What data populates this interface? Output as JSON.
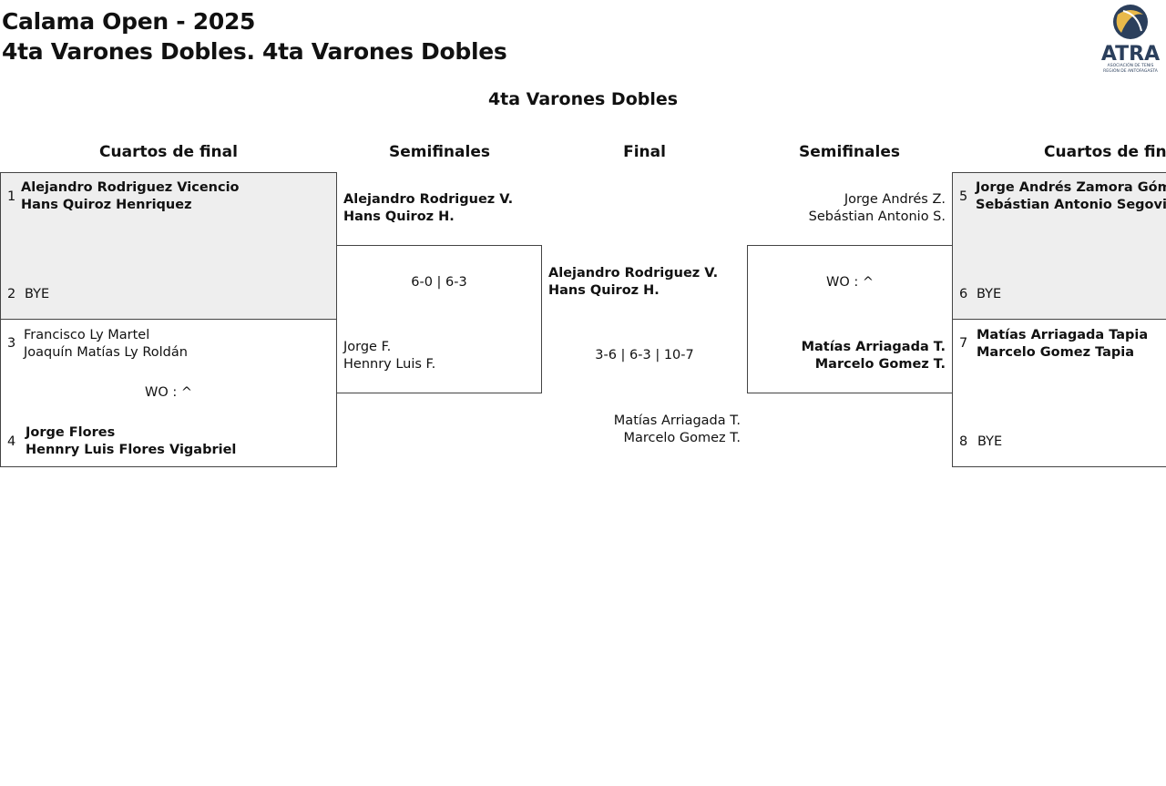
{
  "header": {
    "tournament": "Calama Open - 2025",
    "draw_full": "4ta Varones Dobles. 4ta Varones Dobles",
    "draw_title": "4ta Varones Dobles"
  },
  "logo": {
    "text": "ATRA",
    "subtitle1": "ASOCIACIÓN DE TENIS",
    "subtitle2": "REGIÓN DE ANTOFAGASTA"
  },
  "rounds": {
    "qf_left": "Cuartos de final",
    "sf_left": "Semifinales",
    "final": "Final",
    "sf_right": "Semifinales",
    "qf_right": "Cuartos de final"
  },
  "qf_left": [
    {
      "seed": "1",
      "p1": "Alejandro Rodriguez Vicencio",
      "p2": "Hans Quiroz Henriquez"
    },
    {
      "seed": "2",
      "p1": "BYE"
    },
    {
      "seed": "3",
      "p1": "Francisco Ly Martel",
      "p2": "Joaquín Matías Ly Roldán"
    },
    {
      "seed": "4",
      "p1": "Jorge Flores",
      "p2": "Hennry Luis Flores Vigabriel"
    }
  ],
  "qf_left_scores": [
    "WO : ^"
  ],
  "sf_left": {
    "top": {
      "p1": "Alejandro Rodriguez V.",
      "p2": "Hans Quiroz H."
    },
    "score": "6-0 | 6-3",
    "bottom": {
      "p1": "Jorge F.",
      "p2": "Hennry Luis F."
    }
  },
  "final": {
    "top": {
      "p1": "Alejandro Rodriguez V.",
      "p2": "Hans Quiroz H."
    },
    "score": "3-6 | 6-3 | 10-7",
    "bottom": {
      "p1": "Matías Arriagada T.",
      "p2": "Marcelo Gomez T."
    }
  },
  "sf_right": {
    "top": {
      "p1": "Jorge Andrés Z.",
      "p2": "Sebástian Antonio S."
    },
    "score": "WO : ^",
    "bottom": {
      "p1": "Matías Arriagada T.",
      "p2": "Marcelo Gomez T."
    }
  },
  "qf_right": [
    {
      "seed": "5",
      "p1": "Jorge Andrés Zamora Gómez",
      "p2": "Sebástian Antonio Segovia M"
    },
    {
      "seed": "6",
      "p1": "BYE"
    },
    {
      "seed": "7",
      "p1": "Matías Arriagada Tapia",
      "p2": "Marcelo Gomez Tapia"
    },
    {
      "seed": "8",
      "p1": "BYE"
    }
  ]
}
